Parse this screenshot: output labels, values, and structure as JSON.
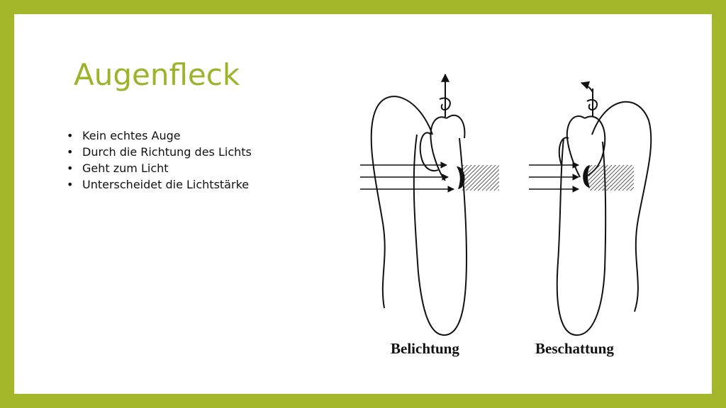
{
  "slide": {
    "title": "Augenfleck",
    "bullets": [
      "Kein echtes Auge",
      "Durch die Richtung des Lichts",
      "Geht zum Licht",
      "Unterscheidet die Lichtstärke"
    ]
  },
  "figure": {
    "labels": {
      "left": "Belichtung",
      "right": "Beschattung"
    }
  },
  "colors": {
    "frame": "#a4b72a",
    "title": "#9bb52a",
    "background": "#ffffff",
    "text": "#111111"
  }
}
